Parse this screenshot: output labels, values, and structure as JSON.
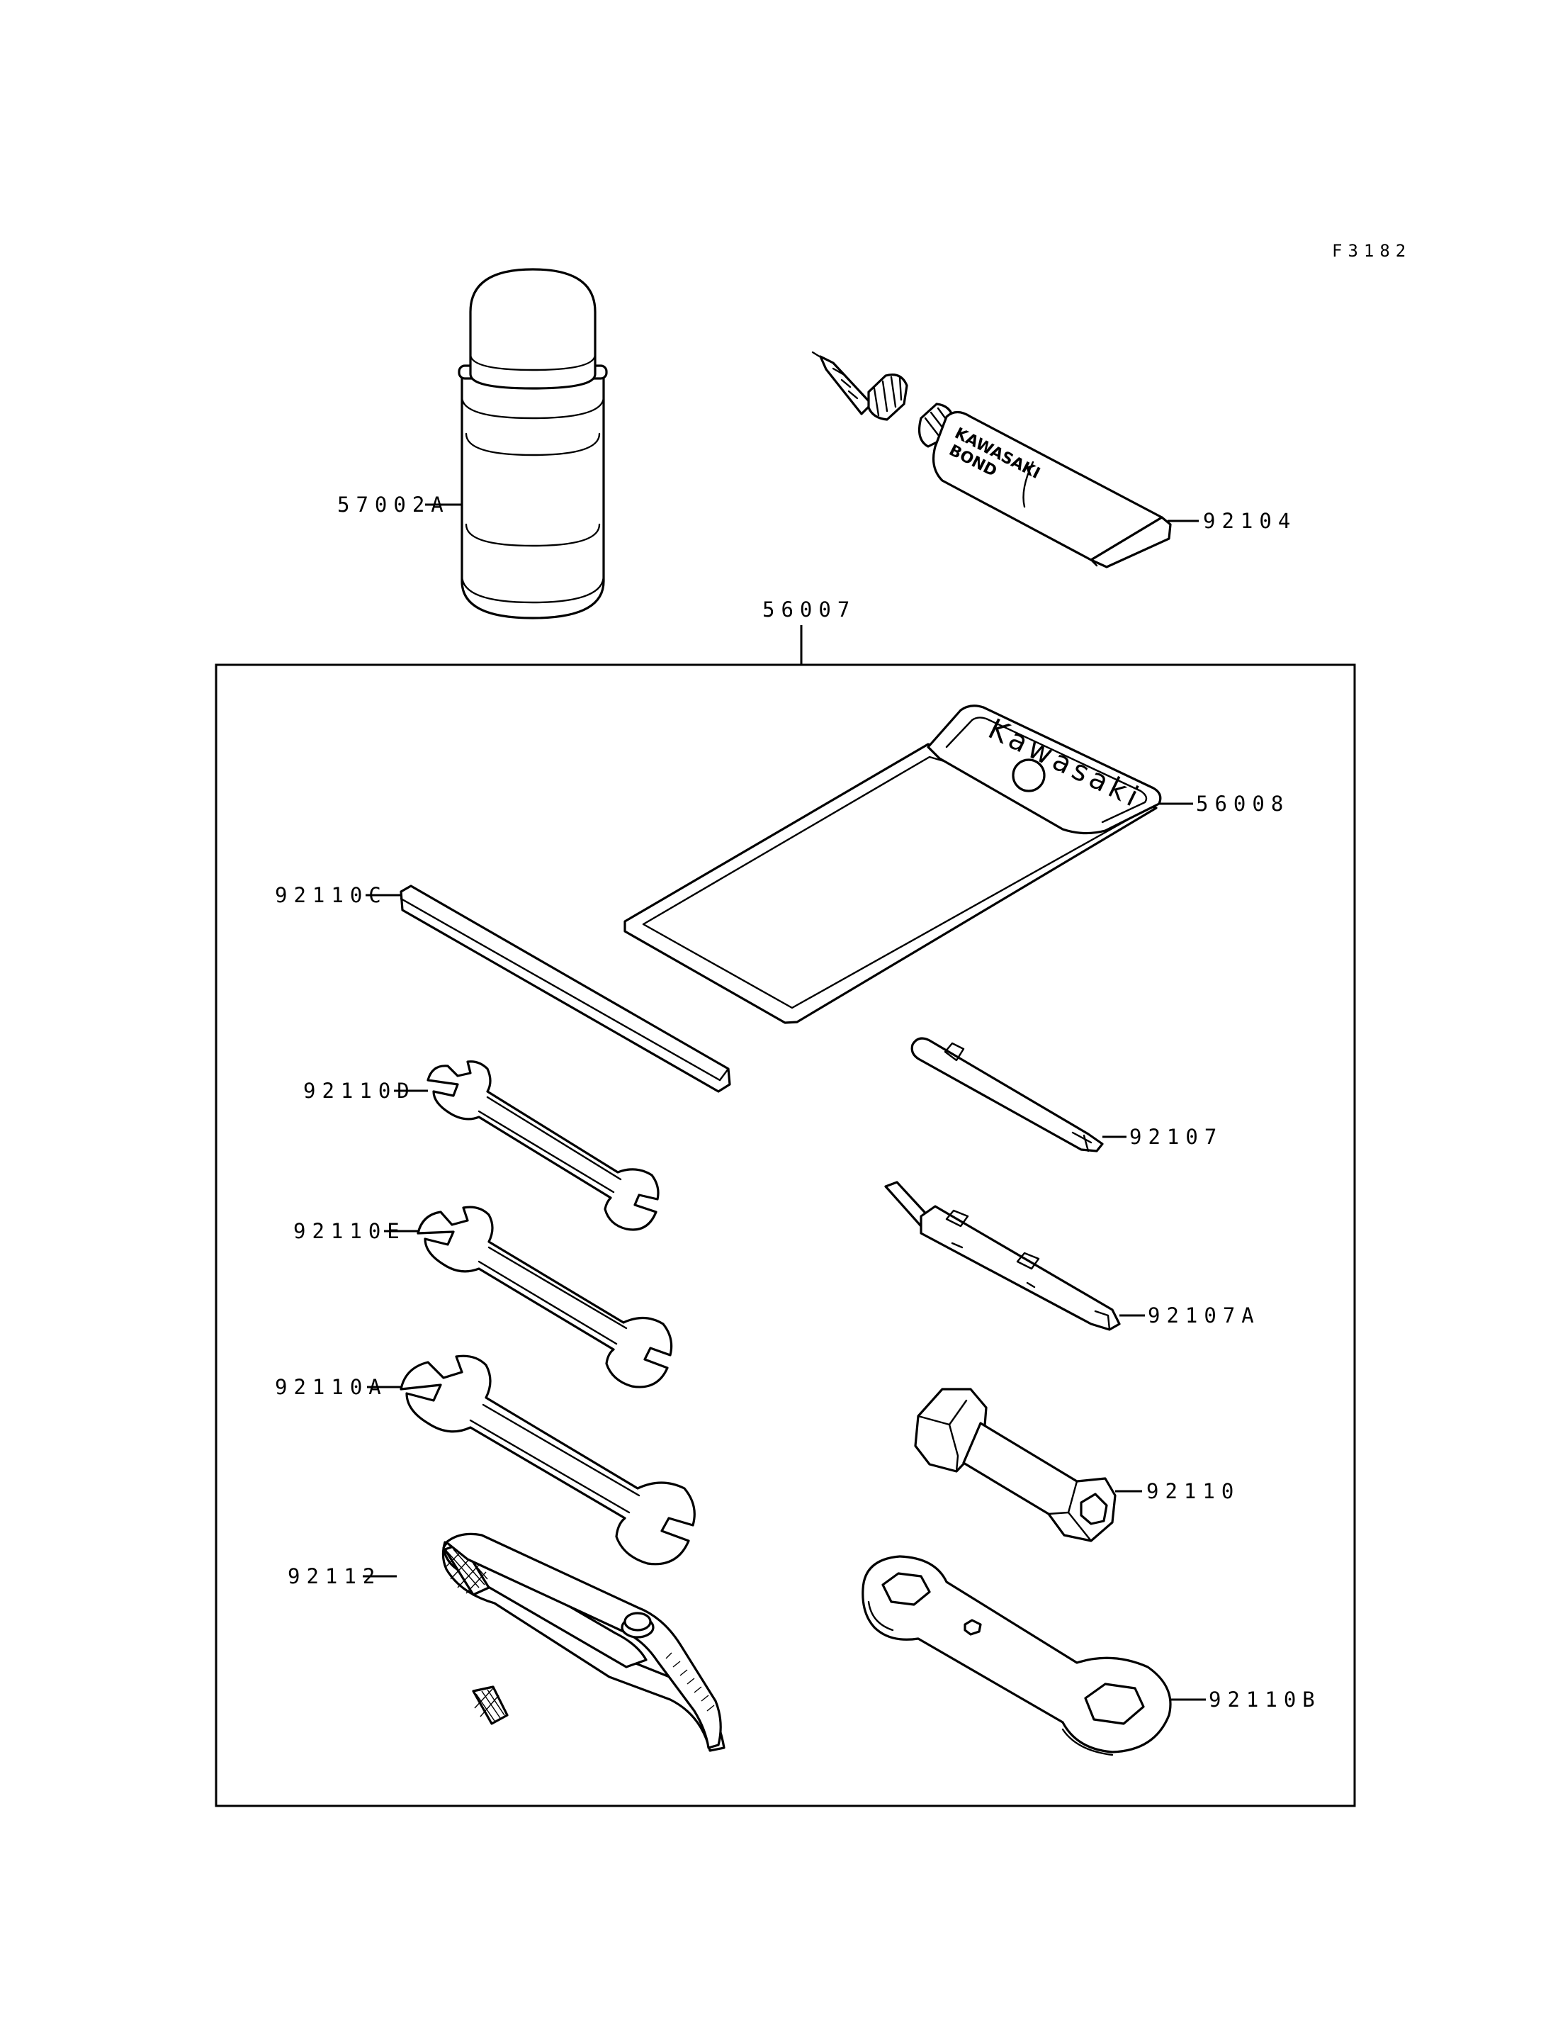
{
  "figure_code": "F3182",
  "kit_label": "56007",
  "parts": {
    "spray_can": "57002A",
    "bond_tube": "92104",
    "tool_pouch": "56008",
    "hex_bar": "92110C",
    "wrench_small": "92110D",
    "wrench_medium": "92110E",
    "wrench_large": "92110A",
    "pliers": "92112",
    "screwdriver_bit": "92107",
    "screwdriver_handle": "92107A",
    "spark_plug_wrench": "92110",
    "ring_wrench": "92110B"
  },
  "pouch_brand": "Kawasaki",
  "tube_text": {
    "line1": "KAWASAKI",
    "line2": "BOND"
  }
}
